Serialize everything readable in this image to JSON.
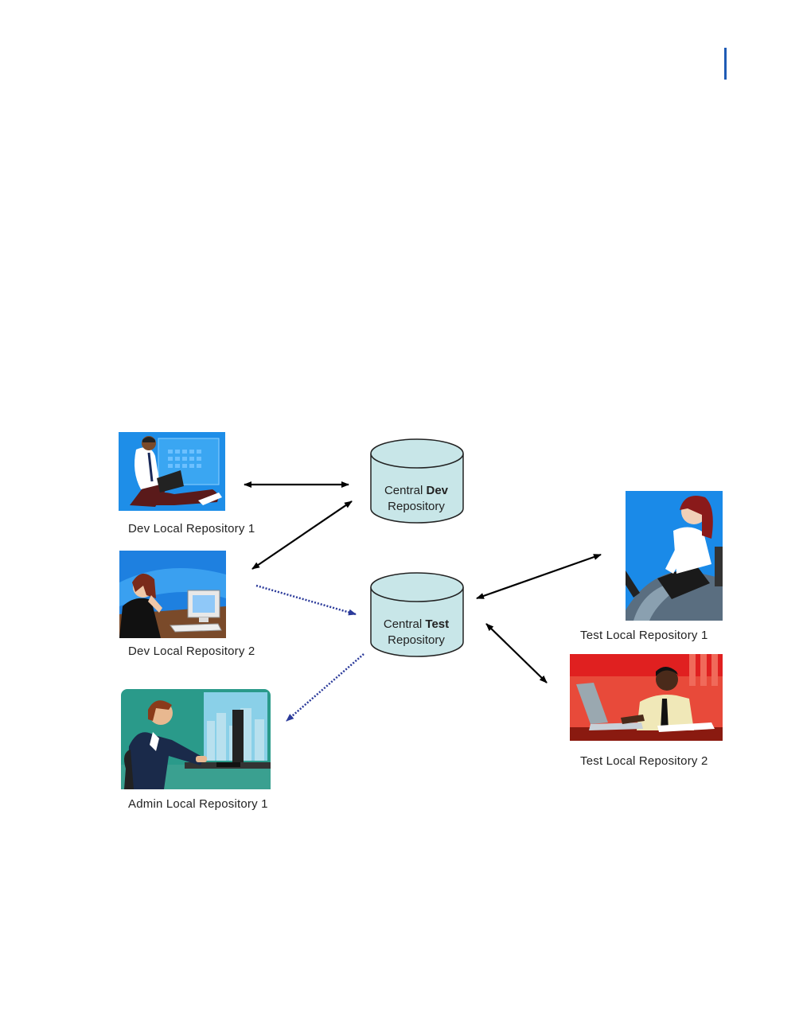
{
  "repositories": {
    "central_dev": {
      "prefix": "Central",
      "emphasis": "Dev",
      "suffix": "Repository"
    },
    "central_test": {
      "prefix": "Central",
      "emphasis": "Test",
      "suffix": "Repository"
    }
  },
  "users": {
    "dev1": "Dev Local Repository 1",
    "dev2": "Dev Local Repository 2",
    "admin1": "Admin Local Repository 1",
    "test1": "Test Local Repository 1",
    "test2": "Test Local Repository 2"
  },
  "colors": {
    "cylinder_fill": "#c8e6e8",
    "solid_arrow": "#000000",
    "dotted_arrow": "#2b3a9a",
    "page_marker": "#1f5bb5"
  }
}
